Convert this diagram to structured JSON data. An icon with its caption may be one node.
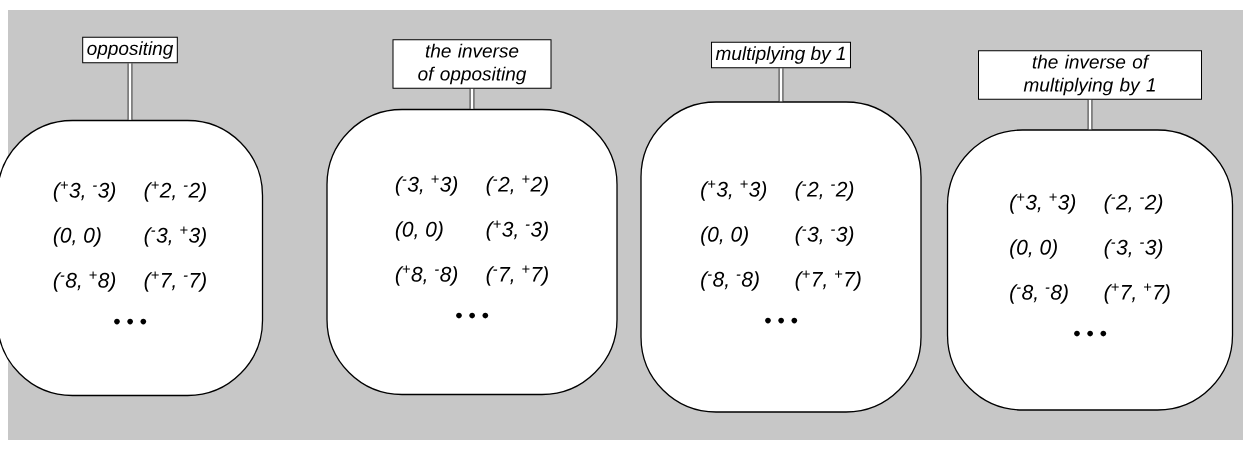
{
  "diagram": {
    "nodes": [
      {
        "text": [
          "oppositing"
        ]
      },
      {
        "text": [
          "the inverse of oppositing"
        ]
      },
      {
        "text": [
          "multiplying by 1"
        ]
      },
      {
        "text": [
          "the inverse of multiplying by 1"
        ]
      },
      {
        "text": [
          "($^{+}$3, $^{-}$3)",
          "($^{+}$2, $^{-}$2)",
          "(0, 0)",
          "($^{-}$3, $^{+}$3)",
          "($^{-}$8, $^{+}$8)",
          "($^{+}$7, $^{-}$7)",
          "• • •"
        ]
      },
      {
        "text": [
          "($^{-}$3, $^{+}$3)",
          "($^{-}$2, $^{+}$2)",
          "(0, 0)",
          "($^{+}$3, $^{-}$3)",
          "($^{+}$8, $^{-}$8)",
          "($^{-}$7, $^{+}$7)",
          "• • •"
        ]
      },
      {
        "text": [
          "($^{+}$3, $^{+}$3)",
          "($^{-}$2, $^{-}$2)",
          "(0, 0)",
          "($^{-}$3, $^{-}$3)",
          "($^{-}$8, $^{-}$8)",
          "($^{+}$7, $^{+}$7)",
          "• • •"
        ]
      },
      {
        "text": [
          "($^{+}$3, $^{+}$3)",
          "($^{-}$2, $^{-}$2)",
          "(0, 0)",
          "($^{-}$3, $^{-}$3)",
          "($^{-}$8, $^{-}$8)",
          "($^{+}$7, $^{+}$7)",
          "• • •"
        ]
      }
    ],
    "edges": [
      {
        "from": 0,
        "to": 4,
        "arrow": "none"
      },
      {
        "from": 1,
        "to": 5,
        "arrow": "none"
      },
      {
        "from": 2,
        "to": 6,
        "arrow": "none"
      },
      {
        "from": 3,
        "to": 7,
        "arrow": "none"
      }
    ]
  }
}
